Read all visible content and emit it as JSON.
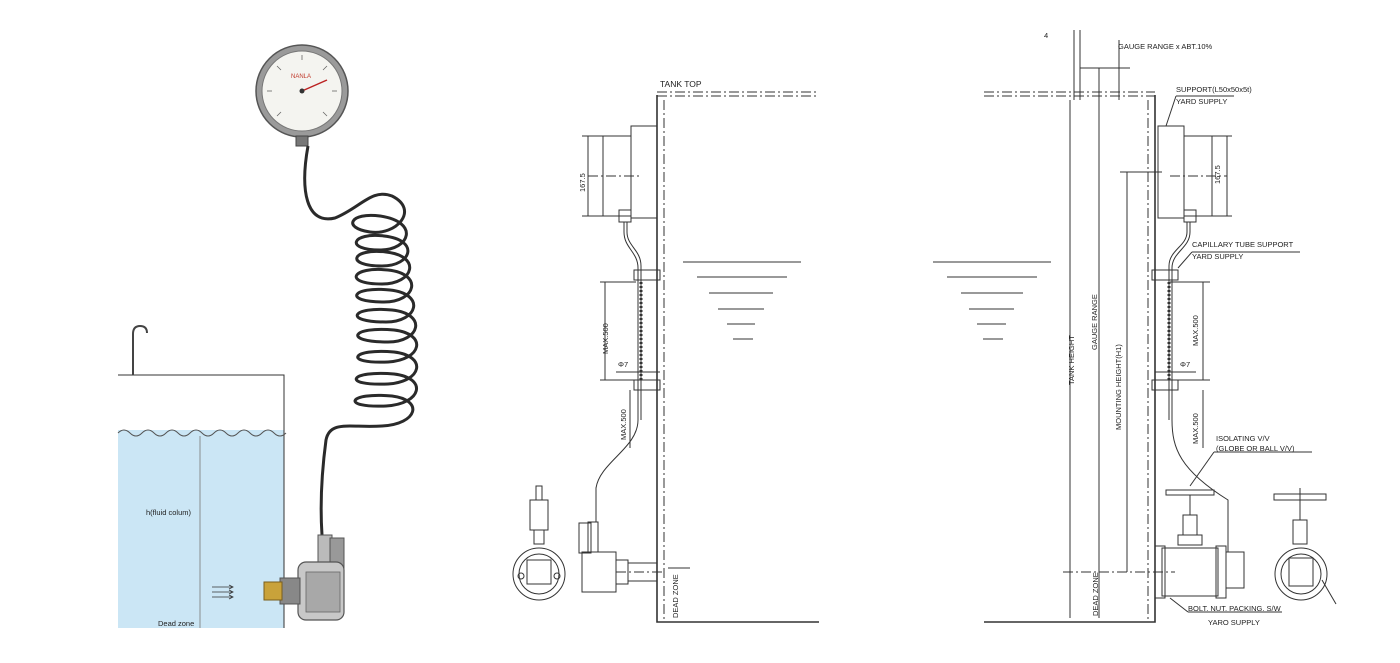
{
  "illustration": {
    "gauge_brand": "NANLA",
    "fluid_label": "h(fluid colum)",
    "dead_zone_label": "Dead zone"
  },
  "drawing_left": {
    "tank_top": "TANK TOP",
    "dim_167": "167.5",
    "max500_upper": "MAX.500",
    "phi7": "Φ7",
    "max500_lower": "MAX.500",
    "dead_zone": "DEAD ZONE"
  },
  "drawing_right": {
    "gauge_range_abt": "GAUGE RANGE x ABT.10%",
    "support": "SUPPORT(L50x50x5t)",
    "yard_supply_1": "YARD SUPPLY",
    "dim_167": "167.5",
    "capillary": "CAPILLARY TUBE SUPPORT",
    "yard_supply_2": "YARD SUPPLY",
    "max500_upper": "MAX.500",
    "phi7": "Φ7",
    "max500_lower": "MAX.500",
    "isolating": "ISOLATING V/V",
    "globe_ball": "(GLOBE OR BALL V/V)",
    "tank_height": "TANK HEIGHT",
    "gauge_range": "GAUGE RANGE",
    "mounting_height": "MOUNTING HEIGHT(H1)",
    "dead_zone": "DEAD ZONE",
    "bolt_nut": "BOLT. NUT. PACKING. S/W",
    "yard_supply_3": "YARO SUPPLY"
  }
}
